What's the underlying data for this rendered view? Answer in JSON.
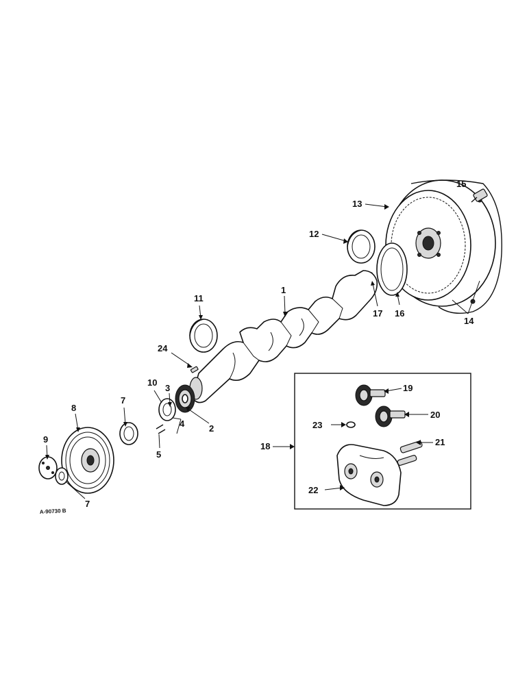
{
  "figure": {
    "id": "A-90730 B",
    "callouts": [
      "1",
      "2",
      "3",
      "4",
      "5",
      "7",
      "7",
      "8",
      "9",
      "10",
      "11",
      "12",
      "13",
      "14",
      "15",
      "16",
      "17",
      "18",
      "19",
      "20",
      "21",
      "22",
      "23",
      "24"
    ]
  }
}
